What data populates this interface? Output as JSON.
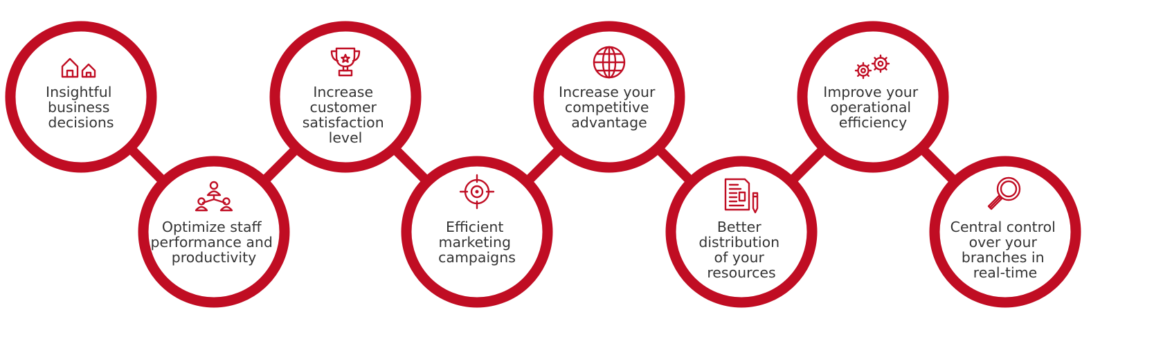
{
  "colors": {
    "accent": "#c00d23",
    "text": "#333333",
    "background": "#ffffff"
  },
  "nodes": [
    {
      "id": "insight",
      "icon": "houses-icon",
      "lines": [
        "Insightful",
        "business",
        "decisions"
      ]
    },
    {
      "id": "staff",
      "icon": "team-hierarchy-icon",
      "lines": [
        "Optimize staff",
        "performance and",
        "productivity"
      ]
    },
    {
      "id": "satisfaction",
      "icon": "trophy-icon",
      "lines": [
        "Increase",
        "customer",
        "satisfaction",
        "level"
      ]
    },
    {
      "id": "marketing",
      "icon": "target-icon",
      "lines": [
        "Efficient",
        "marketing",
        "campaigns"
      ]
    },
    {
      "id": "competitive",
      "icon": "globe-icon",
      "lines": [
        "Increase your",
        "competitive",
        "advantage"
      ]
    },
    {
      "id": "resources",
      "icon": "document-pencil-icon",
      "lines": [
        "Better",
        "distribution",
        "of your",
        "resources"
      ]
    },
    {
      "id": "operational",
      "icon": "gears-icon",
      "lines": [
        "Improve your",
        "operational",
        "efficiency"
      ]
    },
    {
      "id": "control",
      "icon": "magnifier-icon",
      "lines": [
        "Central control",
        "over your",
        "branches in",
        "real-time"
      ]
    }
  ]
}
